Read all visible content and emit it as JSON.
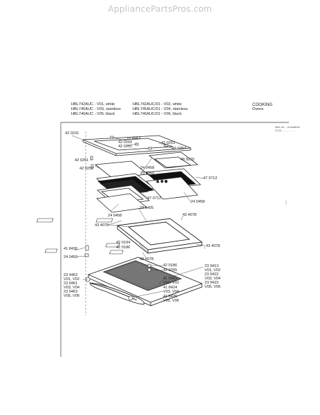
{
  "watermark": "AppliancePartsPros.com",
  "header": {
    "left_lines": [
      "HBL742AUC - V01, white",
      "HBL745AUC - V03, stainless",
      "HBL746AUC - V05, black"
    ],
    "mid_lines": [
      "HBL742AUC/01 - V02, white",
      "HBL745AUC/01 - V04, stainless",
      "HBL746AUC/01 - V06, black"
    ],
    "category": "COOKING",
    "subcategory": "Ovens"
  },
  "corner_note": [
    "Mat.-Nr. - Konstante",
    "3743 - - - - - - - -"
  ],
  "parts": {
    "p420231": "42 0231",
    "p238954": "23 8954",
    "p420250": "42 0250",
    "p420251a": "42 0251",
    "p420253": "42 0253",
    "p420254": "42 0254",
    "p489270": "48 9270",
    "p420251b": "42 0251",
    "p420252": "42 0252",
    "p240458a": "24 0458",
    "p238950": "23 8950",
    "p470712a": "47 0712",
    "p470712b": "47 0712",
    "p240458b": "24 0458",
    "p240458c": "24 0458",
    "p239405": "23 9405",
    "p434078a": "43 4078",
    "p434078b": "43 4078",
    "p434078c": "43 4078",
    "p434078d": "43 4078",
    "p420194": "42 0194",
    "p420186a": "42 0186",
    "p420186b": "42 0186",
    "p420255": "42 0255",
    "p418436": "41 8436",
    "p240459": "24 0459",
    "p239413": "23 9413",
    "p239413v": "V01, V02",
    "p239422": "23 9422",
    "p239422v": "V03, V04",
    "p239415": "23 9415",
    "p239415v": "V05, V06",
    "p239462": "23 9462",
    "p239462v": "V01, V02",
    "p239461": "23 9461",
    "p239461v": "V03, V04",
    "p239463": "23 9463",
    "p239463v": "V05, V06",
    "p418423": "41 8423",
    "p418423v": "V01, V02",
    "p418424": "41 8424",
    "p418424v": "V03, V04",
    "p418425": "41 8425",
    "p418425v": "V05, V06"
  }
}
